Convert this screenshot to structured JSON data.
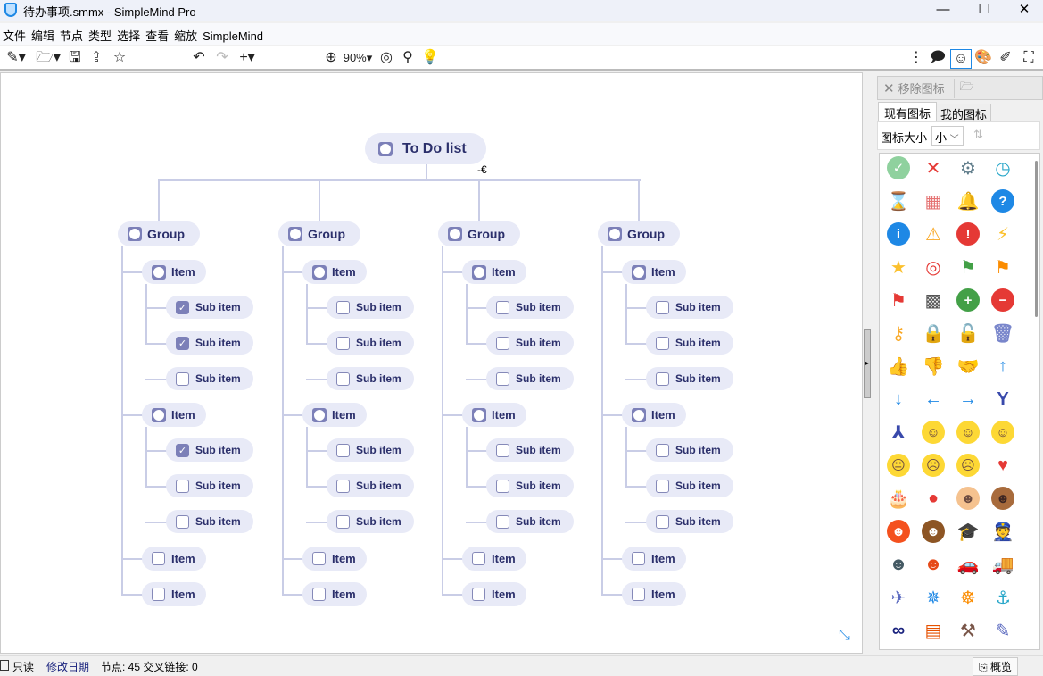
{
  "window": {
    "title": "待办事项.smmx - SimpleMind Pro",
    "minimize": "—",
    "maximize": "☐",
    "close": "✕"
  },
  "menu": [
    "文件",
    "编辑",
    "节点",
    "类型",
    "选择",
    "查看",
    "缩放",
    "SimpleMind"
  ],
  "toolbar": {
    "zoom": "90%"
  },
  "mindmap": {
    "root": "To Do list",
    "groups": [
      {
        "label": "Group",
        "items": [
          {
            "label": "Item",
            "subs": [
              {
                "label": "Sub item",
                "checked": true
              },
              {
                "label": "Sub item",
                "checked": true
              },
              {
                "label": "Sub item",
                "checked": false
              }
            ]
          },
          {
            "label": "Item",
            "subs": [
              {
                "label": "Sub item",
                "checked": true
              },
              {
                "label": "Sub item",
                "checked": false
              },
              {
                "label": "Sub item",
                "checked": false
              }
            ]
          },
          {
            "label": "Item",
            "subs": []
          },
          {
            "label": "Item",
            "subs": []
          }
        ]
      },
      {
        "label": "Group",
        "items": [
          {
            "label": "Item",
            "subs": [
              {
                "label": "Sub item",
                "checked": false
              },
              {
                "label": "Sub item",
                "checked": false
              },
              {
                "label": "Sub item",
                "checked": false
              }
            ]
          },
          {
            "label": "Item",
            "subs": [
              {
                "label": "Sub item",
                "checked": false
              },
              {
                "label": "Sub item",
                "checked": false
              },
              {
                "label": "Sub item",
                "checked": false
              }
            ]
          },
          {
            "label": "Item",
            "subs": []
          },
          {
            "label": "Item",
            "subs": []
          }
        ]
      },
      {
        "label": "Group",
        "items": [
          {
            "label": "Item",
            "subs": [
              {
                "label": "Sub item",
                "checked": false
              },
              {
                "label": "Sub item",
                "checked": false
              },
              {
                "label": "Sub item",
                "checked": false
              }
            ]
          },
          {
            "label": "Item",
            "subs": [
              {
                "label": "Sub item",
                "checked": false
              },
              {
                "label": "Sub item",
                "checked": false
              },
              {
                "label": "Sub item",
                "checked": false
              }
            ]
          },
          {
            "label": "Item",
            "subs": []
          },
          {
            "label": "Item",
            "subs": []
          }
        ]
      },
      {
        "label": "Group",
        "items": [
          {
            "label": "Item",
            "subs": [
              {
                "label": "Sub item",
                "checked": false
              },
              {
                "label": "Sub item",
                "checked": false
              },
              {
                "label": "Sub item",
                "checked": false
              }
            ]
          },
          {
            "label": "Item",
            "subs": [
              {
                "label": "Sub item",
                "checked": false
              },
              {
                "label": "Sub item",
                "checked": false
              },
              {
                "label": "Sub item",
                "checked": false
              }
            ]
          },
          {
            "label": "Item",
            "subs": []
          },
          {
            "label": "Item",
            "subs": []
          }
        ]
      }
    ]
  },
  "panel": {
    "remove_icon": "移除图标",
    "tabs": [
      "现有图标",
      "我的图标"
    ],
    "size_label": "图标大小",
    "size_value": "小",
    "icons": [
      {
        "name": "check",
        "g": "✓",
        "c": "#8fd19e"
      },
      {
        "name": "cross",
        "g": "✕",
        "c": "#ffffff",
        "fg": "#e53935"
      },
      {
        "name": "gear",
        "g": "⚙",
        "c": "#ffffff",
        "fg": "#607d8b"
      },
      {
        "name": "clock",
        "g": "◷",
        "c": "#ffffff",
        "fg": "#26a6c9"
      },
      {
        "name": "hourglass",
        "g": "⌛",
        "c": "#ffffff",
        "fg": "#8d6e63"
      },
      {
        "name": "calendar",
        "g": "▦",
        "c": "#ffffff",
        "fg": "#e57373"
      },
      {
        "name": "bell",
        "g": "🔔",
        "c": "#ffffff",
        "fg": "#fbc02d"
      },
      {
        "name": "question",
        "g": "?",
        "c": "#1e88e5"
      },
      {
        "name": "info",
        "g": "i",
        "c": "#1e88e5"
      },
      {
        "name": "warning",
        "g": "⚠",
        "c": "#ffffff",
        "fg": "#f9a825"
      },
      {
        "name": "error",
        "g": "!",
        "c": "#e53935"
      },
      {
        "name": "lightning",
        "g": "⚡",
        "c": "#ffffff",
        "fg": "#fbc02d"
      },
      {
        "name": "star",
        "g": "★",
        "c": "#ffffff",
        "fg": "#fbc02d"
      },
      {
        "name": "target",
        "g": "◎",
        "c": "#ffffff",
        "fg": "#e53935"
      },
      {
        "name": "flag-green",
        "g": "⚑",
        "c": "#ffffff",
        "fg": "#43a047"
      },
      {
        "name": "flag-orange",
        "g": "⚑",
        "c": "#ffffff",
        "fg": "#fb8c00"
      },
      {
        "name": "flag-red",
        "g": "⚑",
        "c": "#ffffff",
        "fg": "#e53935"
      },
      {
        "name": "checkered-flag",
        "g": "▩",
        "c": "#ffffff",
        "fg": "#555555"
      },
      {
        "name": "plus",
        "g": "+",
        "c": "#43a047"
      },
      {
        "name": "minus",
        "g": "−",
        "c": "#e53935"
      },
      {
        "name": "key",
        "g": "⚷",
        "c": "#ffffff",
        "fg": "#f9a825"
      },
      {
        "name": "lock",
        "g": "🔒",
        "c": "#ffffff",
        "fg": "#fb8c00"
      },
      {
        "name": "unlock",
        "g": "🔓",
        "c": "#ffffff",
        "fg": "#fb8c00"
      },
      {
        "name": "trash",
        "g": "🗑",
        "c": "#ffffff",
        "fg": "#7986cb"
      },
      {
        "name": "thumbs-up",
        "g": "👍",
        "c": "#ffffff",
        "fg": "#f9a825"
      },
      {
        "name": "thumbs-down",
        "g": "👎",
        "c": "#ffffff",
        "fg": "#f9a825"
      },
      {
        "name": "handshake",
        "g": "🤝",
        "c": "#ffffff",
        "fg": "#f9a825"
      },
      {
        "name": "arrow-up",
        "g": "↑",
        "c": "#ffffff",
        "fg": "#1e88e5"
      },
      {
        "name": "arrow-down",
        "g": "↓",
        "c": "#ffffff",
        "fg": "#1e88e5"
      },
      {
        "name": "arrow-left",
        "g": "←",
        "c": "#ffffff",
        "fg": "#1e88e5"
      },
      {
        "name": "arrow-right",
        "g": "→",
        "c": "#ffffff",
        "fg": "#1e88e5"
      },
      {
        "name": "fork",
        "g": "Y",
        "c": "#ffffff",
        "fg": "#3949ab"
      },
      {
        "name": "merge",
        "g": "⅄",
        "c": "#ffffff",
        "fg": "#3949ab"
      },
      {
        "name": "smile",
        "g": "☺",
        "c": "#fdd835",
        "fg": "#6d4c41"
      },
      {
        "name": "grin",
        "g": "☺",
        "c": "#fdd835",
        "fg": "#6d4c41"
      },
      {
        "name": "wink",
        "g": "☺",
        "c": "#fdd835",
        "fg": "#6d4c41"
      },
      {
        "name": "neutral",
        "g": "😐",
        "c": "#fdd835",
        "fg": "#6d4c41"
      },
      {
        "name": "sad",
        "g": "☹",
        "c": "#fdd835",
        "fg": "#6d4c41"
      },
      {
        "name": "tired",
        "g": "☹",
        "c": "#fdd835",
        "fg": "#6d4c41"
      },
      {
        "name": "heart",
        "g": "♥",
        "c": "#ffffff",
        "fg": "#e53935"
      },
      {
        "name": "cake",
        "g": "🎂",
        "c": "#ffffff",
        "fg": "#ec407a"
      },
      {
        "name": "balloon",
        "g": "●",
        "c": "#ffffff",
        "fg": "#e53935"
      },
      {
        "name": "boy",
        "g": "☻",
        "c": "#f5c28f",
        "fg": "#6d4c41"
      },
      {
        "name": "boy-dark",
        "g": "☻",
        "c": "#a86b3c",
        "fg": "#3e2723"
      },
      {
        "name": "woman-red-hair",
        "g": "☻",
        "c": "#f4511e",
        "fg": "#fff"
      },
      {
        "name": "woman-dark",
        "g": "☻",
        "c": "#8d5524",
        "fg": "#fff"
      },
      {
        "name": "graduation-cap",
        "g": "🎓",
        "c": "#ffffff",
        "fg": "#455a64"
      },
      {
        "name": "police-officer",
        "g": "👮",
        "c": "#ffffff",
        "fg": "#283593"
      },
      {
        "name": "businessman",
        "g": "☻",
        "c": "#ffffff",
        "fg": "#455a64"
      },
      {
        "name": "worker",
        "g": "☻",
        "c": "#ffffff",
        "fg": "#e64a19"
      },
      {
        "name": "car",
        "g": "🚗",
        "c": "#ffffff",
        "fg": "#e53935"
      },
      {
        "name": "truck",
        "g": "🚚",
        "c": "#ffffff",
        "fg": "#43a047"
      },
      {
        "name": "airplane",
        "g": "✈",
        "c": "#ffffff",
        "fg": "#5c6bc0"
      },
      {
        "name": "compass",
        "g": "✵",
        "c": "#ffffff",
        "fg": "#1e88e5"
      },
      {
        "name": "ship-wheel",
        "g": "☸",
        "c": "#ffffff",
        "fg": "#fb8c00"
      },
      {
        "name": "anchor",
        "g": "⚓",
        "c": "#ffffff",
        "fg": "#26a6c9"
      },
      {
        "name": "binoculars",
        "g": "∞",
        "c": "#ffffff",
        "fg": "#1a237e"
      },
      {
        "name": "bricks",
        "g": "▤",
        "c": "#ffffff",
        "fg": "#e65100"
      },
      {
        "name": "hammer",
        "g": "⚒",
        "c": "#ffffff",
        "fg": "#795548"
      },
      {
        "name": "brush",
        "g": "✎",
        "c": "#ffffff",
        "fg": "#5c6bc0"
      }
    ]
  },
  "status": {
    "readonly": "只读",
    "modified": "修改日期",
    "counts": "节点: 45 交叉链接: 0",
    "overview": "概览"
  }
}
